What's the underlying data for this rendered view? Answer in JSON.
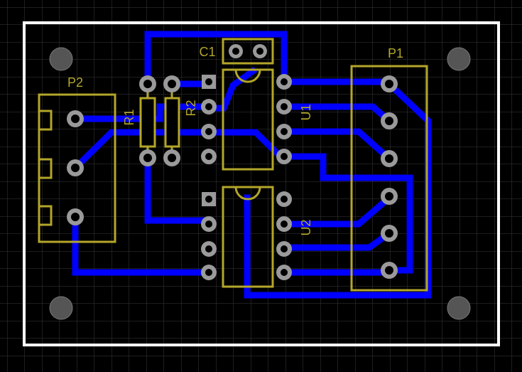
{
  "colors": {
    "background": "#000000",
    "grid": "#3a3a3a",
    "board_outline": "#ffffff",
    "trace": "#0000ff",
    "silkscreen": "#b3a62a",
    "pad": "#9a9a9a",
    "pad_hole": "#000000",
    "mounting_hole": "#555555"
  },
  "components": {
    "p1": {
      "designator": "P1"
    },
    "p2": {
      "designator": "P2"
    },
    "r1": {
      "designator": "R1"
    },
    "r2": {
      "designator": "R2"
    },
    "c1": {
      "designator": "C1"
    },
    "u1": {
      "designator": "U1"
    },
    "u2": {
      "designator": "U2"
    }
  }
}
